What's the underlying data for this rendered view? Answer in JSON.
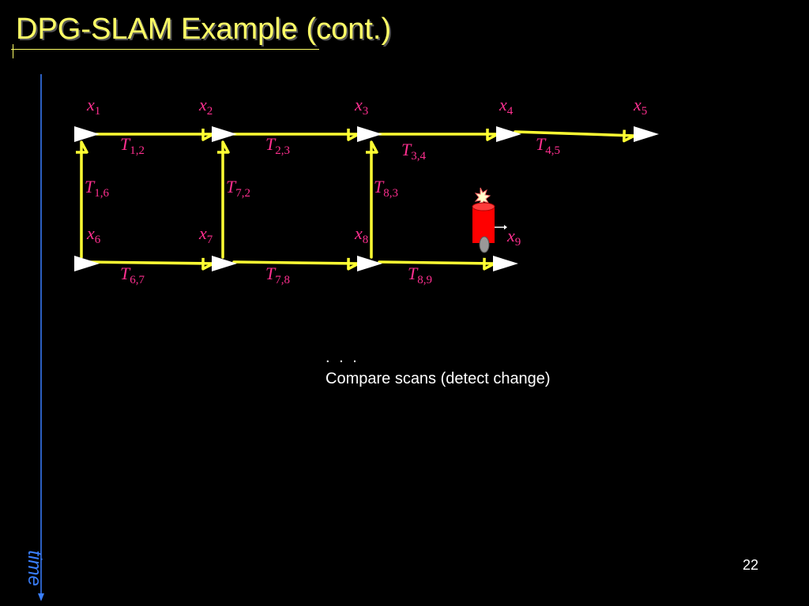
{
  "slide": {
    "title": "DPG-SLAM Example (cont.)",
    "ellipsis": ". . .",
    "note": "Compare scans (detect change)",
    "time_label": "time",
    "page_number": "22"
  },
  "diagram": {
    "colors": {
      "edge": "#ffff33",
      "label": "#ff2f8f",
      "node": "#ffffff",
      "time_axis": "#3a7fff",
      "robot_body": "#ff0000"
    },
    "nodes": [
      {
        "id": "x1",
        "base": "x",
        "sub": "1"
      },
      {
        "id": "x2",
        "base": "x",
        "sub": "2"
      },
      {
        "id": "x3",
        "base": "x",
        "sub": "3"
      },
      {
        "id": "x4",
        "base": "x",
        "sub": "4"
      },
      {
        "id": "x5",
        "base": "x",
        "sub": "5"
      },
      {
        "id": "x6",
        "base": "x",
        "sub": "6"
      },
      {
        "id": "x7",
        "base": "x",
        "sub": "7"
      },
      {
        "id": "x8",
        "base": "x",
        "sub": "8"
      },
      {
        "id": "x9",
        "base": "x",
        "sub": "9"
      }
    ],
    "edges": [
      {
        "id": "T12",
        "from": "x1",
        "to": "x2",
        "base": "T",
        "sub": "1,2"
      },
      {
        "id": "T23",
        "from": "x2",
        "to": "x3",
        "base": "T",
        "sub": "2,3"
      },
      {
        "id": "T34",
        "from": "x3",
        "to": "x4",
        "base": "T",
        "sub": "3,4"
      },
      {
        "id": "T45",
        "from": "x4",
        "to": "x5",
        "base": "T",
        "sub": "4,5"
      },
      {
        "id": "T16",
        "from": "x6",
        "to": "x1",
        "base": "T",
        "sub": "1,6"
      },
      {
        "id": "T72",
        "from": "x7",
        "to": "x2",
        "base": "T",
        "sub": "7,2"
      },
      {
        "id": "T83",
        "from": "x8",
        "to": "x3",
        "base": "T",
        "sub": "8,3"
      },
      {
        "id": "T67",
        "from": "x6",
        "to": "x7",
        "base": "T",
        "sub": "6,7"
      },
      {
        "id": "T78",
        "from": "x7",
        "to": "x8",
        "base": "T",
        "sub": "7,8"
      },
      {
        "id": "T89",
        "from": "x8",
        "to": "x9",
        "base": "T",
        "sub": "8,9"
      }
    ]
  }
}
